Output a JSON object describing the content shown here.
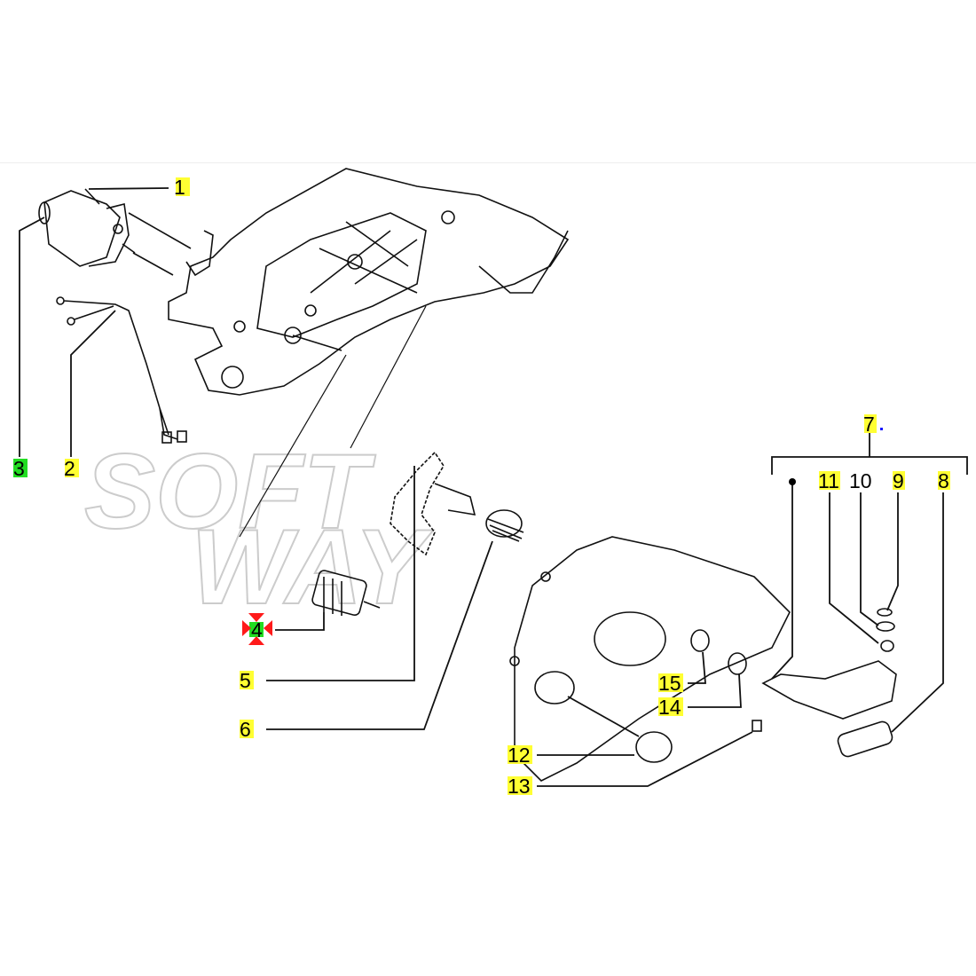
{
  "diagram": {
    "watermark": {
      "line1": "SOFT",
      "line2": "WAY"
    },
    "colors": {
      "highlight_yellow": "#ffff33",
      "highlight_green": "#22dd22",
      "marker_red": "#ff1a1a",
      "dot_blue": "#1a1aff"
    },
    "callouts": {
      "c1": "1",
      "c2": "2",
      "c3": "3",
      "c4": "4",
      "c5": "5",
      "c6": "6",
      "c7": "7",
      "c8": "8",
      "c9": "9",
      "c10": "10",
      "c11": "11",
      "c12": "12",
      "c13": "13",
      "c14": "14",
      "c15": "15"
    }
  }
}
